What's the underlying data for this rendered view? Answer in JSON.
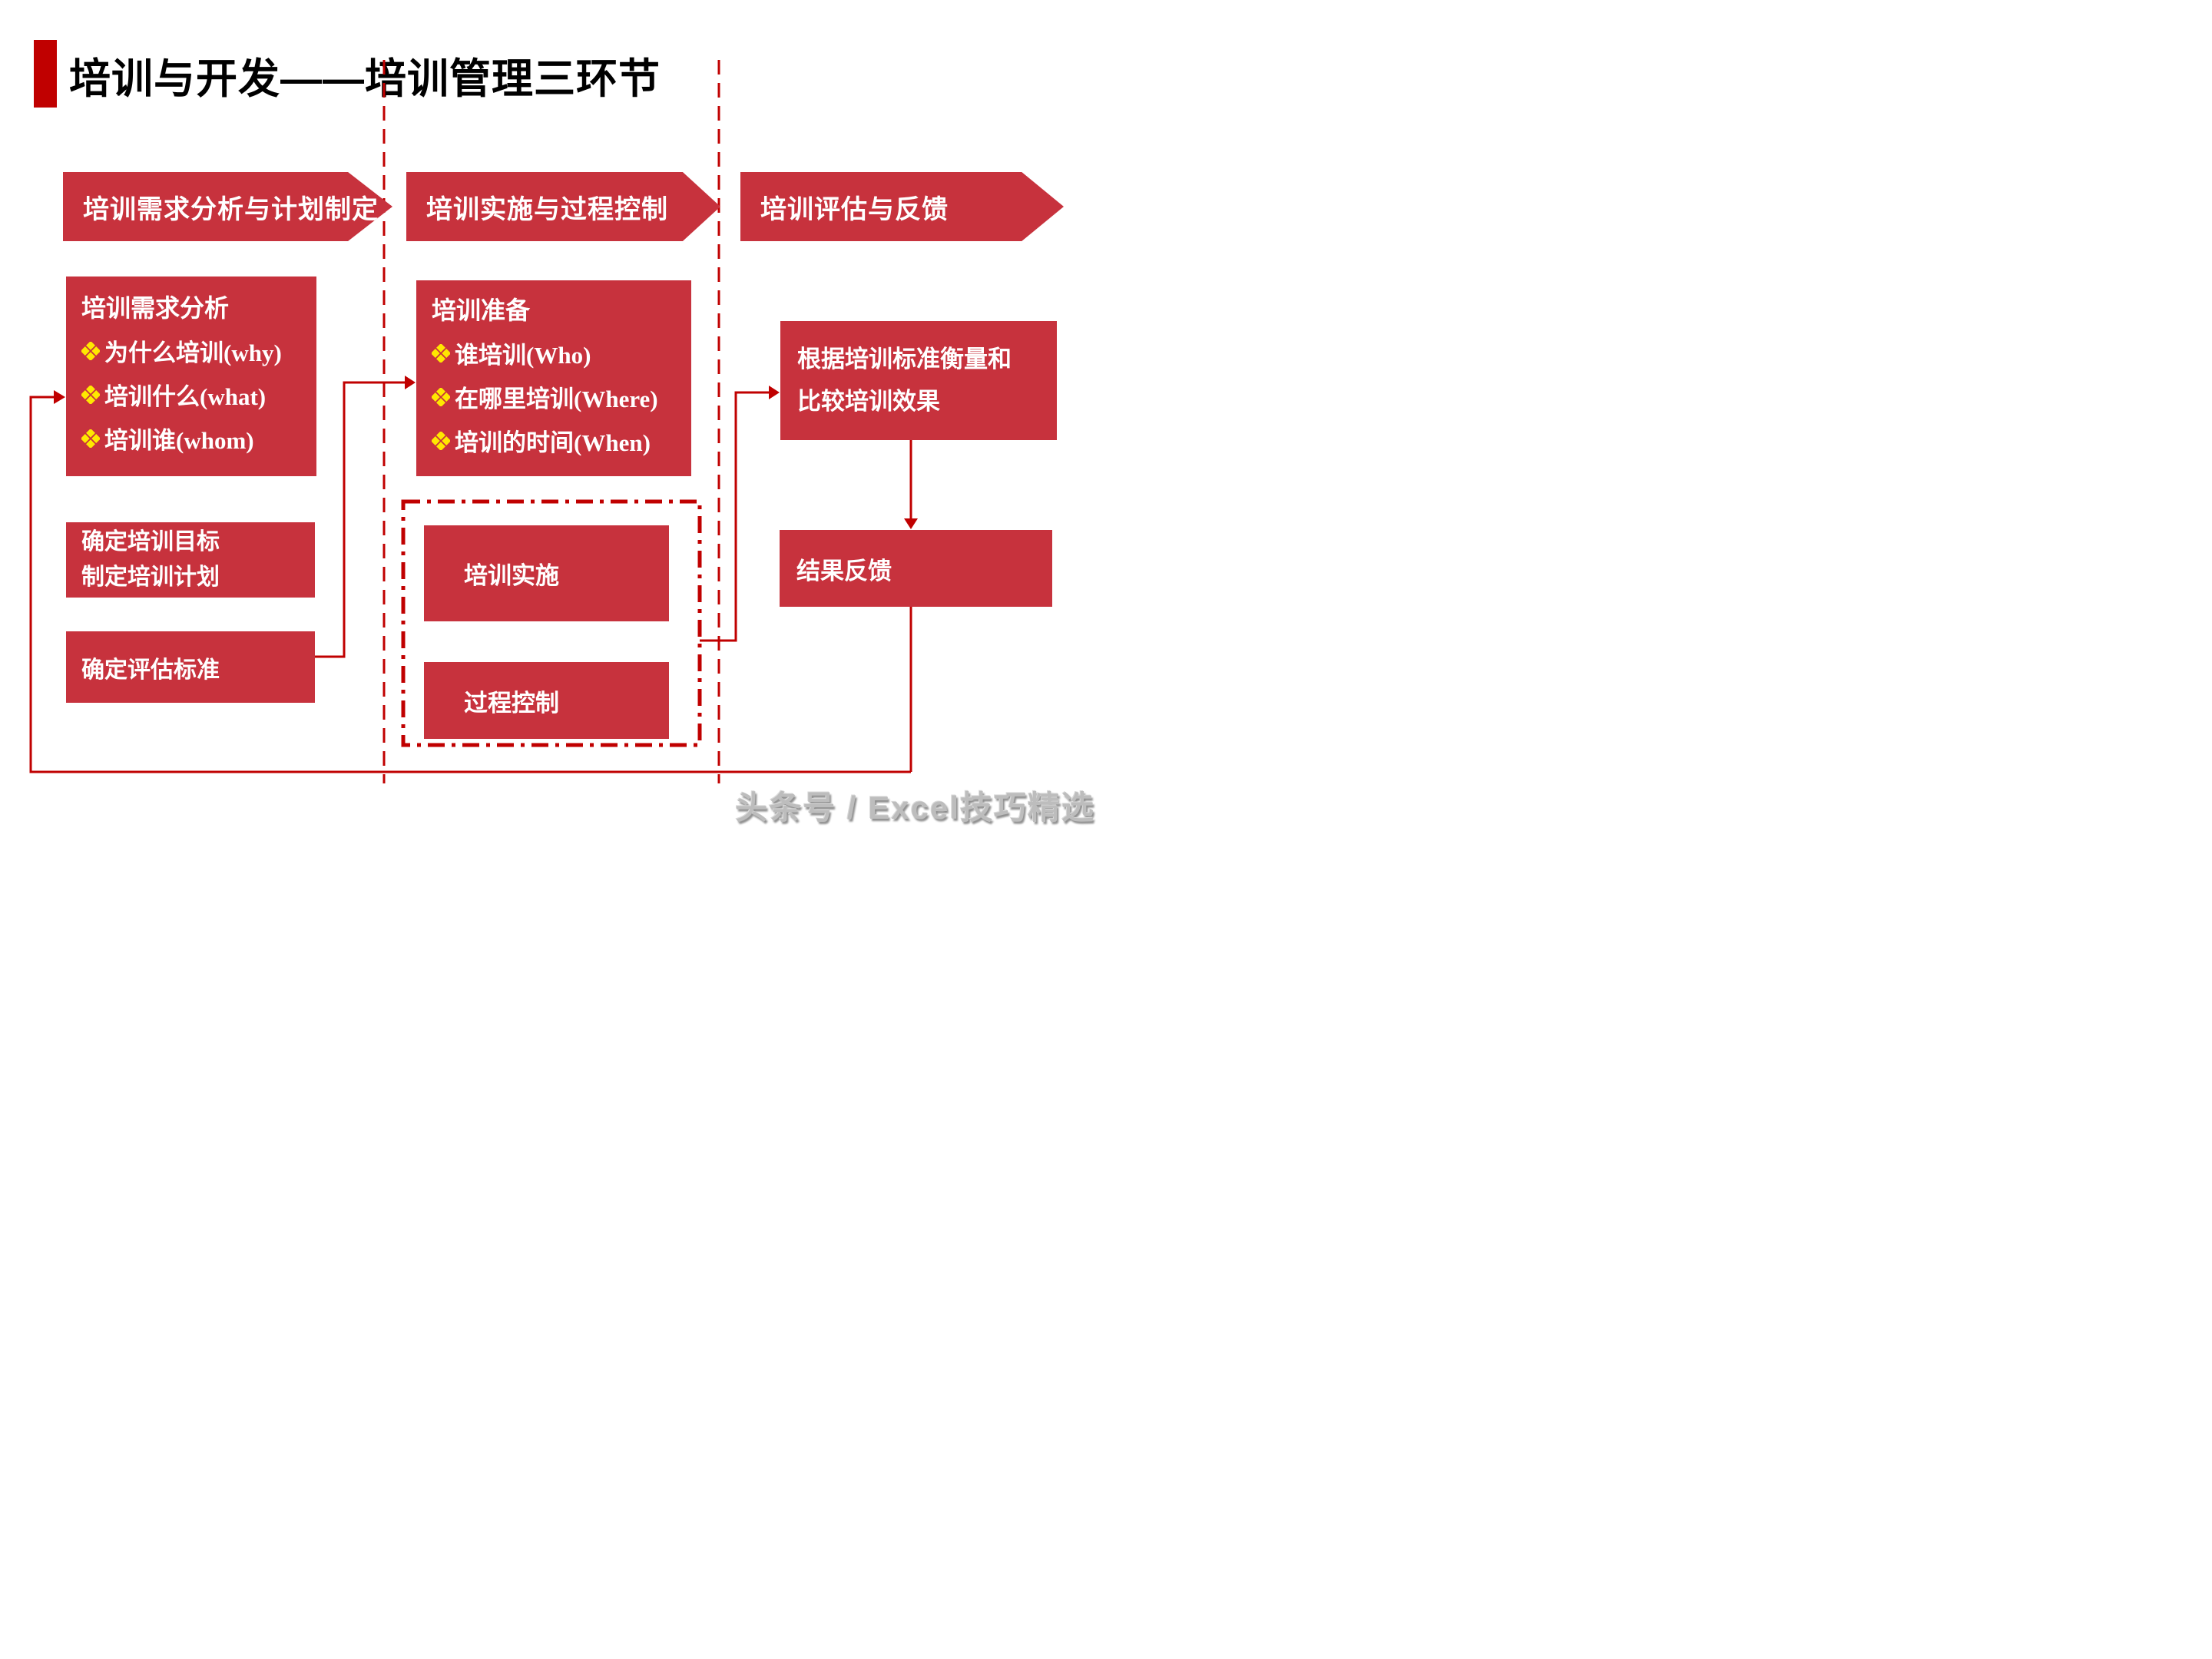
{
  "title": {
    "text": "培训与开发——培训管理三环节"
  },
  "stages": [
    {
      "label": "培训需求分析与计划制定"
    },
    {
      "label": "培训实施与过程控制"
    },
    {
      "label": "培训评估与反馈"
    }
  ],
  "column1": {
    "needs_box": {
      "title": "培训需求分析",
      "bullets": [
        "为什么培训(why)",
        "培训什么(what)",
        "培训谁(whom)"
      ]
    },
    "goal_box": {
      "line1": "确定培训目标",
      "line2": "制定培训计划"
    },
    "criteria_box": {
      "label": "确定评估标准"
    }
  },
  "column2": {
    "prep_box": {
      "title": "培训准备",
      "bullets": [
        "谁培训(Who)",
        "在哪里培训(Where)",
        "培训的时间(When)"
      ]
    },
    "impl_box": {
      "label": "培训实施"
    },
    "control_box": {
      "label": "过程控制"
    }
  },
  "column3": {
    "measure_box": {
      "line1": "根据培训标准衡量和",
      "line2": "比较培训效果"
    },
    "feedback_box": {
      "label": "结果反馈"
    }
  },
  "watermark": {
    "text": "头条号 / Excel技巧精选"
  },
  "colors": {
    "box_red": "#C7323D",
    "accent_red": "#C00000",
    "bullet_yellow": "#FFE800",
    "watermark_gray": "#BDBDBD"
  }
}
